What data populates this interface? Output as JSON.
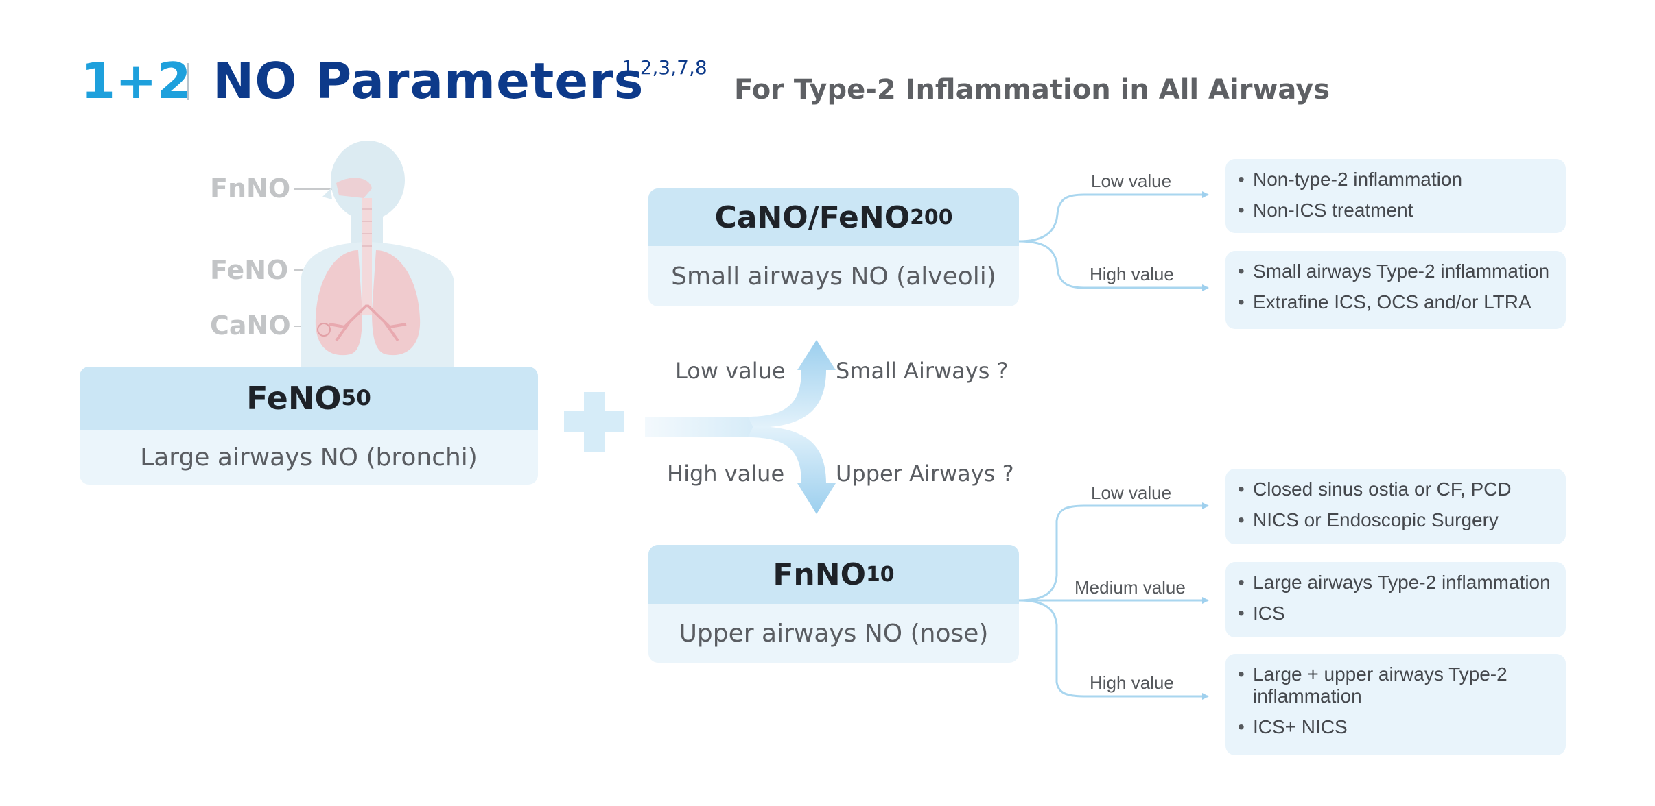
{
  "header": {
    "number": "1+2",
    "title": "NO Parameters",
    "refs": "1,2,3,7,8",
    "subtitle": "For Type-2 Inflammation in All Airways"
  },
  "illustration": {
    "labels": [
      "FnNO",
      "FeNO",
      "CaNO"
    ]
  },
  "plus_sign": "+",
  "cards": {
    "feno50": {
      "name": "FeNO",
      "sub": "50",
      "desc": "Large airways NO (bronchi)"
    },
    "cano": {
      "name": "CaNO/FeNO",
      "sub": "200",
      "desc": "Small airways NO  (alveoli)"
    },
    "fnno10": {
      "name": "FnNO",
      "sub": "10",
      "desc": "Upper airways NO  (nose)"
    }
  },
  "middle": {
    "up_left": "Low value",
    "up_right": "Small Airways ?",
    "down_left": "High value",
    "down_right": "Upper Airways ?"
  },
  "small_branches": [
    {
      "label": "Low value",
      "items": [
        "Non-type-2 inflammation",
        "Non-ICS treatment"
      ]
    },
    {
      "label": "High value",
      "items": [
        "Small airways Type-2 inflammation",
        "Extrafine ICS, OCS and/or LTRA"
      ]
    }
  ],
  "upper_branches": [
    {
      "label": "Low value",
      "items": [
        "Closed sinus ostia or CF, PCD",
        "NICS or Endoscopic Surgery"
      ]
    },
    {
      "label": "Medium value",
      "items": [
        "Large airways Type-2 inflammation",
        "ICS"
      ]
    },
    {
      "label": "High value",
      "items": [
        "Large + upper airways Type-2 inflammation",
        "ICS+ NICS"
      ]
    }
  ],
  "colors": {
    "accent_light": "#1ea0dc",
    "accent_dark": "#0d3a8a",
    "card_header": "#cbe6f5",
    "card_body": "#ebf5fb",
    "connector": "#a9d6ef"
  }
}
